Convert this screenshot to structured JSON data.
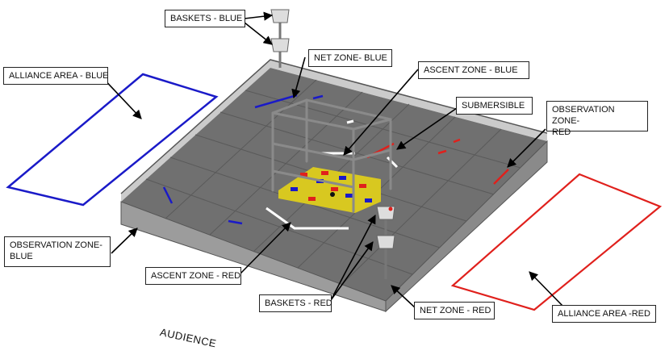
{
  "labels": {
    "baskets_blue": "BASKETS - BLUE",
    "net_zone_blue": "NET ZONE- BLUE",
    "alliance_area_blue": "ALLIANCE AREA - BLUE",
    "ascent_zone_blue": "ASCENT ZONE - BLUE",
    "submersible": "SUBMERSIBLE",
    "observation_zone_red_1": "OBSERVATION ZONE-",
    "observation_zone_red_2": "RED",
    "observation_zone_blue_1": "OBSERVATION ZONE-",
    "observation_zone_blue_2": "BLUE",
    "ascent_zone_red": "ASCENT ZONE - RED",
    "baskets_red": "BASKETS - RED",
    "net_zone_red": "NET ZONE - RED",
    "alliance_area_red": "ALLIANCE AREA -RED",
    "audience": "AUDIENCE"
  },
  "colors": {
    "blue": "#1a1ac8",
    "red": "#e0201c",
    "floor": "#6e6e6e",
    "wall": "#9a9a9a"
  }
}
